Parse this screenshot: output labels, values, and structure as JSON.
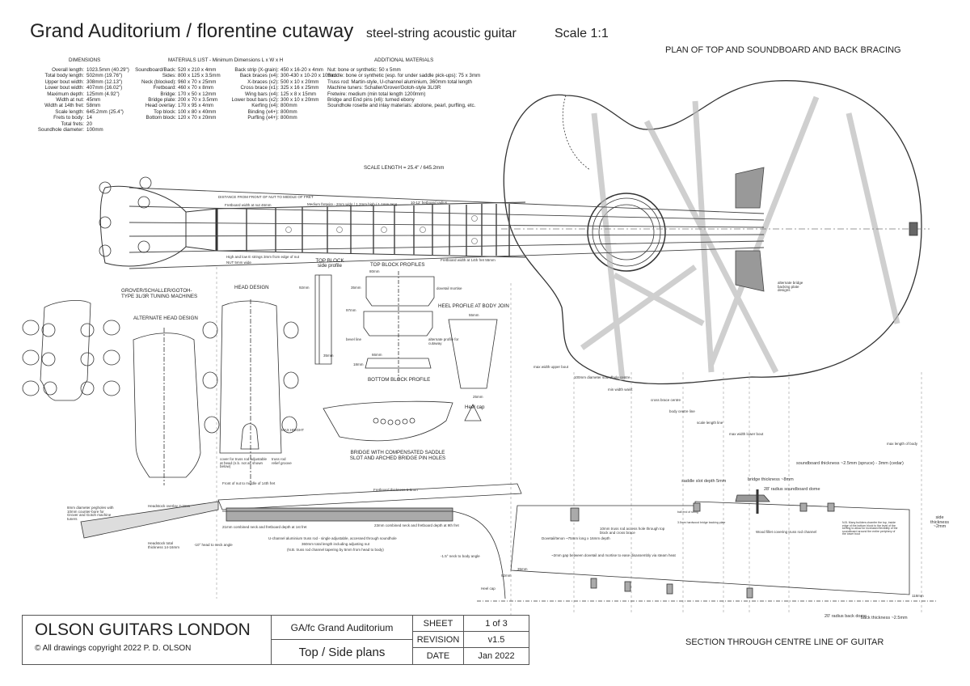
{
  "header": {
    "title": "Grand Auditorium / florentine cutaway",
    "subtitle": "steel-string acoustic guitar",
    "scale": "Scale 1:1",
    "plan_title": "PLAN OF TOP AND SOUNDBOARD AND BACK BRACING"
  },
  "dimensions": {
    "heading": "DIMENSIONS",
    "rows": [
      {
        "label": "Overall length:",
        "value": "1023.5mm (40.29\")"
      },
      {
        "label": "Total body length:",
        "value": "502mm (19.76\")"
      },
      {
        "label": "Upper bout width:",
        "value": "308mm (12.13\")"
      },
      {
        "label": "Lower bout width:",
        "value": "407mm (16.02\")"
      },
      {
        "label": "Maximum depth:",
        "value": "125mm (4.92\")"
      },
      {
        "label": "Width at nut:",
        "value": "45mm"
      },
      {
        "label": "Width at 14th fret:",
        "value": "58mm"
      },
      {
        "label": "Scale length:",
        "value": "645.2mm (25.4\")"
      },
      {
        "label": "Frets to body:",
        "value": "14"
      },
      {
        "label": "Total frets:",
        "value": "20"
      },
      {
        "label": "Soundhole diameter:",
        "value": "100mm"
      }
    ]
  },
  "materials": {
    "heading": "MATERIALS LIST - Minimum Dimensions L x W x H",
    "col1": [
      {
        "label": "Soundboard/Back:",
        "value": "520 x 210 x 4mm"
      },
      {
        "label": "Sides:",
        "value": "800 x 125 x 3.5mm"
      },
      {
        "label": "Neck (blocked):",
        "value": "960 x 70 x 25mm"
      },
      {
        "label": "Fretboard:",
        "value": "460 x 70 x 8mm"
      },
      {
        "label": "Bridge:",
        "value": "170 x 50 x 12mm"
      },
      {
        "label": "Bridge plate:",
        "value": "200 x 70 x 3.5mm"
      },
      {
        "label": "Head overlay:",
        "value": "170 x 95 x 4mm"
      },
      {
        "label": "Top block:",
        "value": "100 x 80 x 40mm"
      },
      {
        "label": "Bottom block:",
        "value": "120 x 70 x 20mm"
      }
    ],
    "col2": [
      {
        "label": "Back strip (X-grain):",
        "value": "450 x 16-20 x 4mm"
      },
      {
        "label": "Back braces (x4):",
        "value": "300-430 x 10-20 x 10mm"
      },
      {
        "label": "X-braces (x2):",
        "value": "500 x 10 x 20mm"
      },
      {
        "label": "Cross brace (x1):",
        "value": "325 x 16 x 25mm"
      },
      {
        "label": "Wing bars (x4):",
        "value": "125 x 8 x 15mm"
      },
      {
        "label": "Lower bout bars (x2):",
        "value": "300 x 10 x 20mm"
      },
      {
        "label": "Kerfing (x4):",
        "value": "800mm"
      },
      {
        "label": "Binding (x4+):",
        "value": "800mm"
      },
      {
        "label": "Purfling (x4+):",
        "value": "800mm"
      }
    ]
  },
  "additional": {
    "heading": "ADDITIONAL MATERIALS",
    "lines": [
      "Nut: bone or synthetic: 50 x 5mm",
      "Saddle: bone or synthetic (esp. for under saddle pick-ups): 75 x 3mm",
      "Truss rod: Martin-style, U-channel aluminium, 360mm total length",
      "Machine tuners: Schaller/Grover/Gotoh-style 3L/3R",
      "Fretwire: medium (min total length 1200mm)",
      "Bridge and End pins (x6): turned ebony",
      "Soundhole rosette and inlay materials: abolone, pearl, purfling, etc."
    ]
  },
  "labels": {
    "scale_length": "SCALE LENGTH = 25.4\" / 645.2mm",
    "fret_distance": "DISTANCE FROM FRONT OF NUT TO MIDDLE OF FRET",
    "fretboard_nut": "Fretboard width at nut 46mm",
    "fretwire": "Medium fretwire - 2mm wide / 1.2mm high / 1.1mm tang",
    "fretboard_radius": "10-12' fretboard radius",
    "high_low_e": "High and low E strings 3mm from edge of nut",
    "nut_width": "NUT 5mm wide",
    "fretboard_14th": "Fretboard width at 14th fret 55mm",
    "alt_bridge": "alternate bridge backing plate designs",
    "tuning_machines": "GROVER/SCHALLER/GOTOH-TYPE 3L/3R TUNING MACHINES",
    "alt_head": "ALTERNATE HEAD DESIGN",
    "head_design": "HEAD DESIGN",
    "top_block_side": "TOP BLOCK side profile",
    "top_block_profiles": "TOP BLOCK PROFILES",
    "dim_80": "80mm",
    "dim_92": "92mm",
    "dim_35a": "35mm",
    "dim_97": "97mm",
    "dim_35b": "35mm",
    "dovetail_mortise": "dovetail mortise",
    "bevel_line": "bevel line",
    "alt_profile": "alternate profile for cutaway",
    "dim_66": "66mm",
    "dim_18": "18mm",
    "bottom_block": "BOTTOM BLOCK PROFILE",
    "heel_profile": "HEEL PROFILE AT BODY JOIN",
    "dim_55": "55mm",
    "dim_25": "25mm",
    "heel_cap": "Heel cap",
    "bridge_title": "BRIDGE WITH COMPENSATED SADDLE SLOT AND ARCHED BRIDGE PIN HOLES",
    "truss_cover": "cover for truss rod adjustable at head (n.b. not as shown below)",
    "truss_relief": "truss rod relief groove",
    "max_height": "MAX HEIGHT",
    "front_nut_14": "Front of nut to middle of 14th fret",
    "max_width_upper": "max width upper bout",
    "soundhole_centre": "100mm diameter soundhole centre",
    "min_width_waist": "min width waist",
    "cross_brace_centre": "cross brace centre",
    "body_centre": "body centre line",
    "scale_length_line": "scale length line",
    "max_width_lower": "max width lower bout",
    "max_length_body": "max length of body",
    "soundboard_thickness": "soundboard thickness ~2.5mm (spruce) - 3mm (cedar)",
    "saddle_slot": "saddle slot depth 5mm",
    "bridge_thickness": "bridge thickness ~8mm",
    "soundboard_dome": "28' radius soundboard dome",
    "wood_fillet": "Wood fillet covering truss rod channel",
    "fretboard_thickness": "Fretboard thickness 6-8mm",
    "pegholes": "8mm diameter pegholes with 10mm counter-bore for Grover and Gotoh machine tuners",
    "headstock_overlay": "Headstock overlay 2-3mm",
    "headstock_total": "Headstock total thickness 14-16mm",
    "head_angle": "-10° head to neck angle",
    "depth_1st": "21mm combined neck and fretboard depth at 1st fret",
    "depth_9th": "23mm combined neck and fretboard depth at 9th fret",
    "truss_rod": "U-channel aluminium truss rod - single adjustable, accessed through soundhole",
    "truss_len": "360mm total length including adjusting nut",
    "truss_taper": "(N.B. truss rod channel tapering by 5mm from head to body)",
    "neck_angle": "-1.5° neck to body angle",
    "access_hole": "10mm truss rod access hole through top block and cross brace",
    "dovetail": "Dovetail/tenon ~75mm long x 16mm depth",
    "gap": "~2mm gap between dovetail and mortise to ease disassembly via steam heat",
    "dim_35c": "35mm",
    "dim_92b": "92mm",
    "heel_cap2": "Heel cap",
    "ball_end": "ball end of string",
    "backing_plate": "3.5mm hardwood bridge backing plate",
    "chamfer_note": "N.B. Many builders chamfer the top, inside edge of the bottom block to the level of the kerfing to allow for increased flexibility of the soundboard around the entire periphery of the lower bout",
    "side_thickness": "side thickness ~2mm",
    "dim_118": "118mm",
    "back_dome": "20' radius back dome",
    "back_thickness": "back thickness ~2.5mm",
    "section_title": "SECTION THROUGH CENTRE LINE OF GUITAR"
  },
  "title_block": {
    "company": "OLSON GUITARS LONDON",
    "copyright": "© All drawings copyright 2022 P. D. OLSON",
    "model": "GA/fc  Grand Auditorium",
    "sheet_name": "Top / Side plans",
    "sheet_label": "SHEET",
    "sheet_value": "1 of 3",
    "revision_label": "REVISION",
    "revision_value": "v1.5",
    "date_label": "DATE",
    "date_value": "Jan 2022"
  }
}
